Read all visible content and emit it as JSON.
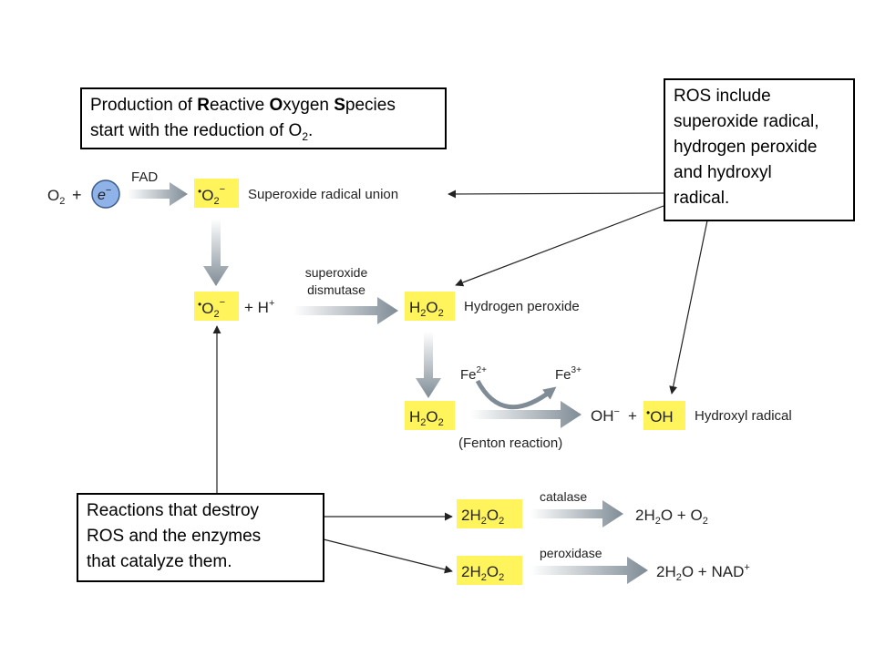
{
  "colors": {
    "highlight": "#fff45c",
    "arrow_gray": "#7f8c96",
    "electron_fill": "#8fb3e8",
    "connector": "#222222",
    "box_border": "#000000"
  },
  "boxes": {
    "production": {
      "line1_a": "Production of ",
      "line1_b": "R",
      "line1_c": "eactive ",
      "line1_d": "O",
      "line1_e": "xygen ",
      "line1_f": "S",
      "line1_g": "pecies",
      "line2_a": "start with the reduction of O",
      "line2_sub": "2",
      "line2_b": "."
    },
    "ros_include": {
      "lines": [
        "ROS include",
        "superoxide radical,",
        "hydrogen peroxide",
        "and hydroxyl",
        "radical."
      ]
    },
    "destroy": {
      "lines": [
        "Reactions that destroy",
        "ROS and the enzymes",
        "that catalyze them."
      ]
    }
  },
  "diagram": {
    "o2": "O",
    "o2_sub": "2",
    "plus": "+",
    "electron": "e",
    "electron_sup": "−",
    "fad": "FAD",
    "superoxide_dot": "•",
    "superoxide_formula": "O",
    "superoxide_sub": "2",
    "superoxide_sup": "−",
    "superoxide_label": "Superoxide radical union",
    "h_plus": "+ H",
    "h_plus_sup": "+",
    "sod_line1": "superoxide",
    "sod_line2": "dismutase",
    "h2o2_h": "H",
    "h2o2_sub1": "2",
    "h2o2_o": "O",
    "h2o2_sub2": "2",
    "h2o2_label": "Hydrogen peroxide",
    "fe_left": "Fe",
    "fe_left_sup": "2+",
    "fe_right": "Fe",
    "fe_right_sup": "3+",
    "oh_minus": "OH",
    "oh_minus_sup": "−",
    "oh_plus": "+",
    "hydroxyl_dot": "•",
    "hydroxyl_formula": "OH",
    "hydroxyl_label": "Hydroxyl radical",
    "fenton": "(Fenton reaction)",
    "two_h2o2_2": "2H",
    "two_h2o2_sub1": "2",
    "two_h2o2_o": "O",
    "two_h2o2_sub2": "2",
    "catalase": "catalase",
    "catalase_product_a": "2H",
    "catalase_product_sub": "2",
    "catalase_product_b": "O + O",
    "catalase_product_sub2": "2",
    "peroxidase": "peroxidase",
    "peroxidase_product_a": "2H",
    "peroxidase_product_sub": "2",
    "peroxidase_product_b": "O + NAD",
    "peroxidase_product_sup": "+"
  }
}
